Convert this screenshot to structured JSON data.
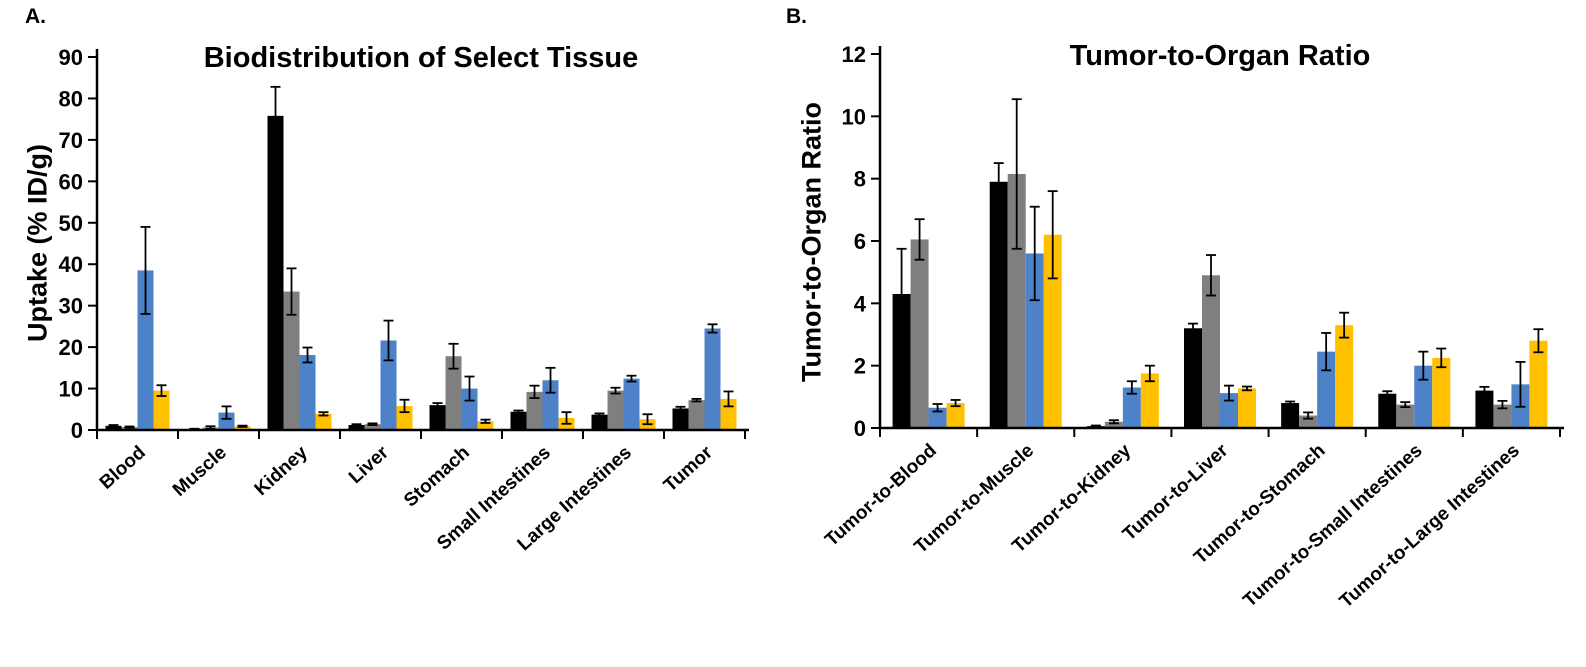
{
  "panels": [
    {
      "label": "A."
    },
    {
      "label": "B."
    }
  ],
  "chart_data": [
    {
      "type": "bar",
      "title": "Biodistribution of Select Tissue",
      "xlabel": "",
      "ylabel": "Uptake (% ID/g)",
      "ylim": [
        0,
        90
      ],
      "ytick_step": 10,
      "grid": false,
      "legend_position": "none",
      "error_bars": true,
      "categories": [
        "Blood",
        "Muscle",
        "Kidney",
        "Liver",
        "Stomach",
        "Small Intestines",
        "Large Intestines",
        "Tumor"
      ],
      "series": [
        {
          "name": "black",
          "color": "#000000",
          "values": [
            1.0,
            0.2,
            75.8,
            1.2,
            6.0,
            4.4,
            3.7,
            5.2
          ],
          "errors": [
            0.2,
            0.1,
            7.0,
            0.2,
            0.5,
            0.3,
            0.3,
            0.4
          ]
        },
        {
          "name": "gray",
          "color": "#7f7f7f",
          "values": [
            0.7,
            0.6,
            33.4,
            1.4,
            17.8,
            9.2,
            9.5,
            7.2
          ],
          "errors": [
            0.15,
            0.3,
            5.6,
            0.2,
            3.0,
            1.5,
            0.7,
            0.3
          ]
        },
        {
          "name": "blue",
          "color": "#4d82c8",
          "values": [
            38.5,
            4.2,
            18.1,
            21.6,
            10.0,
            12.0,
            12.4,
            24.5
          ],
          "errors": [
            10.5,
            1.5,
            1.8,
            4.8,
            2.9,
            3.0,
            0.7,
            1.0
          ]
        },
        {
          "name": "gold",
          "color": "#ffc000",
          "values": [
            9.5,
            0.9,
            3.9,
            5.8,
            2.1,
            2.9,
            2.6,
            7.5
          ],
          "errors": [
            1.3,
            0.15,
            0.4,
            1.5,
            0.4,
            1.4,
            1.2,
            1.8
          ]
        }
      ]
    },
    {
      "type": "bar",
      "title": "Tumor-to-Organ Ratio",
      "xlabel": "",
      "ylabel": "Tumor-to-Organ Ratio",
      "ylim": [
        0,
        12
      ],
      "ytick_step": 2,
      "grid": false,
      "legend_position": "none",
      "error_bars": true,
      "categories": [
        "Tumor-to-Blood",
        "Tumor-to-Muscle",
        "Tumor-to-Kidney",
        "Tumor-to-Liver",
        "Tumor-to-Stomach",
        "Tumor-to-Small Intestines",
        "Tumor-to-Large Intestines"
      ],
      "series": [
        {
          "name": "black",
          "color": "#000000",
          "values": [
            4.3,
            7.9,
            0.06,
            3.2,
            0.8,
            1.1,
            1.2
          ],
          "errors": [
            1.45,
            0.6,
            0.02,
            0.15,
            0.05,
            0.08,
            0.12
          ]
        },
        {
          "name": "gray",
          "color": "#7f7f7f",
          "values": [
            6.05,
            8.15,
            0.2,
            4.9,
            0.4,
            0.75,
            0.75
          ],
          "errors": [
            0.65,
            2.4,
            0.05,
            0.65,
            0.1,
            0.08,
            0.12
          ]
        },
        {
          "name": "blue",
          "color": "#4d82c8",
          "values": [
            0.65,
            5.6,
            1.3,
            1.12,
            2.45,
            2.0,
            1.4
          ],
          "errors": [
            0.12,
            1.5,
            0.2,
            0.24,
            0.6,
            0.45,
            0.72
          ]
        },
        {
          "name": "gold",
          "color": "#ffc000",
          "values": [
            0.8,
            6.2,
            1.75,
            1.27,
            3.3,
            2.25,
            2.8
          ],
          "errors": [
            0.1,
            1.4,
            0.25,
            0.06,
            0.4,
            0.3,
            0.37
          ]
        }
      ]
    }
  ],
  "colors": {
    "series_black": "#000000",
    "series_gray": "#7f7f7f",
    "series_blue": "#4d82c8",
    "series_gold": "#ffc000",
    "axis": "#000000",
    "background": "#ffffff"
  }
}
